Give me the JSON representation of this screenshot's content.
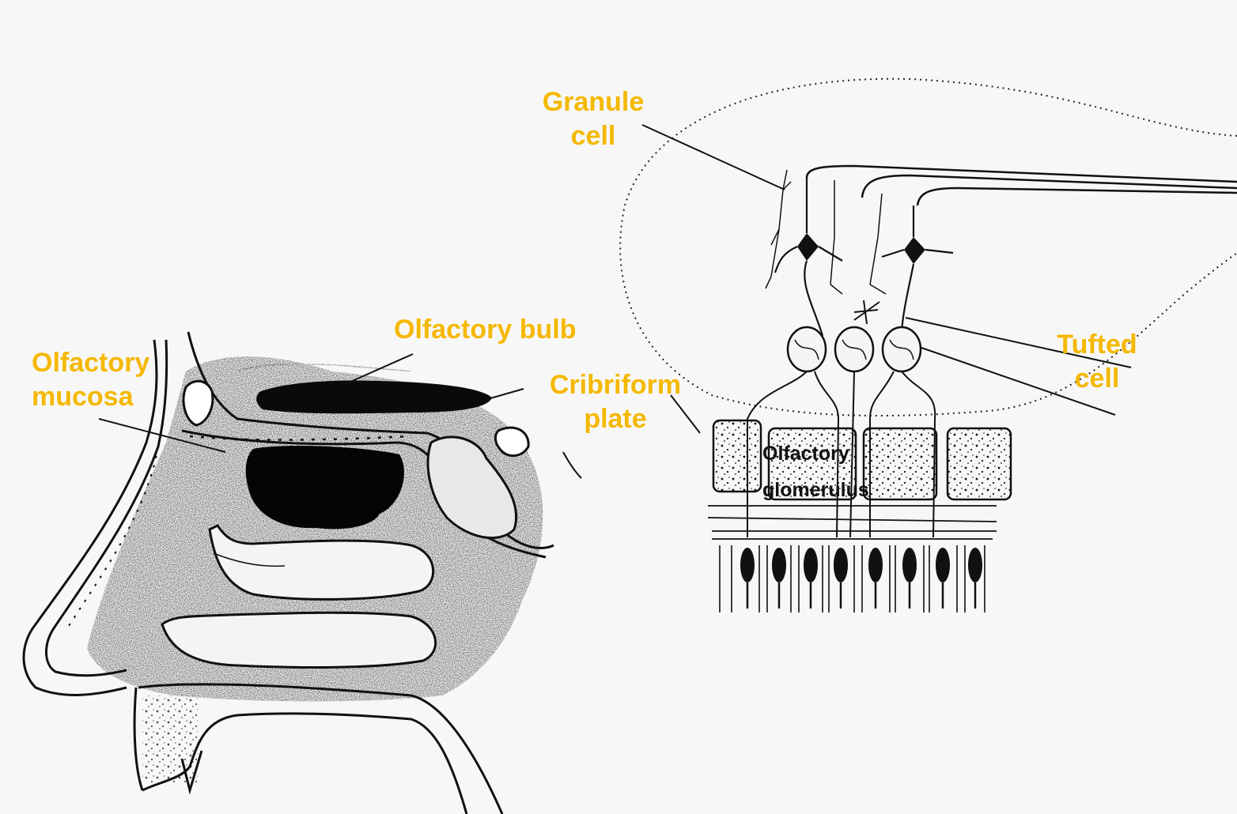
{
  "diagram": {
    "colors": {
      "label": "#f5b800",
      "label_dark": "#111111",
      "ink": "#111111",
      "background": "#f7f7f7"
    },
    "labels": {
      "granule_cell": [
        "Granule",
        "cell"
      ],
      "olfactory_bulb": "Olfactory bulb",
      "olfactory_mucosa": [
        "Olfactory",
        "mucosa"
      ],
      "cribriform_plate": [
        "Cribriform",
        "plate"
      ],
      "tufted_cell": [
        "Tufted",
        "cell"
      ],
      "olfactory_glomerulus": [
        "Olfactory",
        "glomerulus"
      ]
    }
  }
}
